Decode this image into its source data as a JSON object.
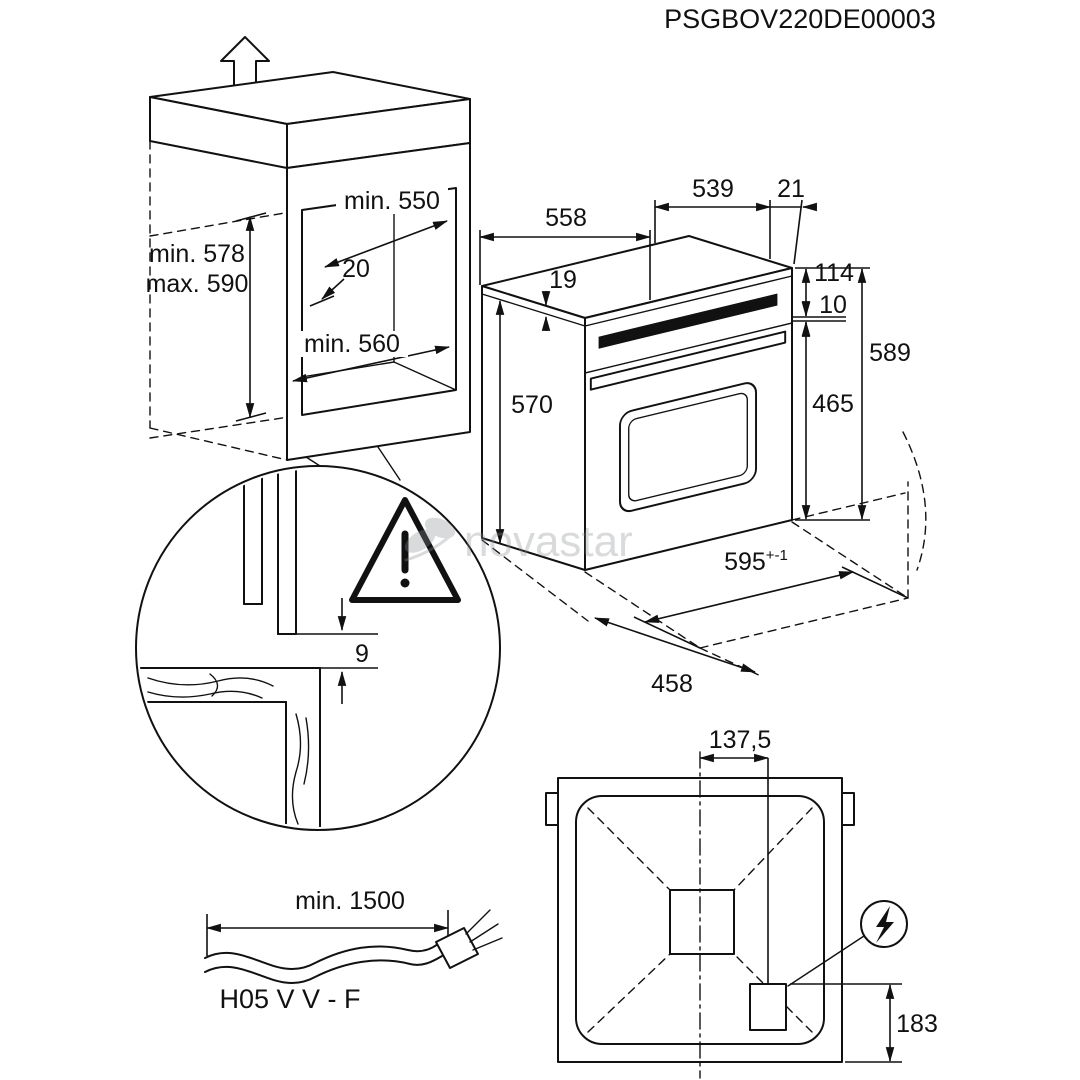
{
  "ink_color": "#111111",
  "watermark_color": "#878d92",
  "header": {
    "drawing_code": "PSGBOV220DE00003"
  },
  "watermark": {
    "brand": "novastar"
  },
  "cabinet": {
    "depth_label": "min. 550",
    "rear_offset_label": "20",
    "height_min_label": "min. 578",
    "height_max_label": "max. 590",
    "width_label": "min. 560",
    "panel_gap_label": "9"
  },
  "oven": {
    "body_depth_label": "558",
    "top_width_label": "539",
    "top_corner_label": "21",
    "top_lip_label": "19",
    "side_height_label": "570",
    "panel_height_label": "114",
    "panel_gap_label": "10",
    "door_height_label": "465",
    "total_height_label": "589",
    "front_width_label": "595",
    "front_width_tolerance": "+-1",
    "total_depth_label": "458"
  },
  "cable": {
    "min_length_label": "min. 1500",
    "cable_type_label": "H05 V V - F"
  },
  "rear_view": {
    "horizontal_offset_label": "137,5",
    "vertical_offset_label": "183"
  }
}
